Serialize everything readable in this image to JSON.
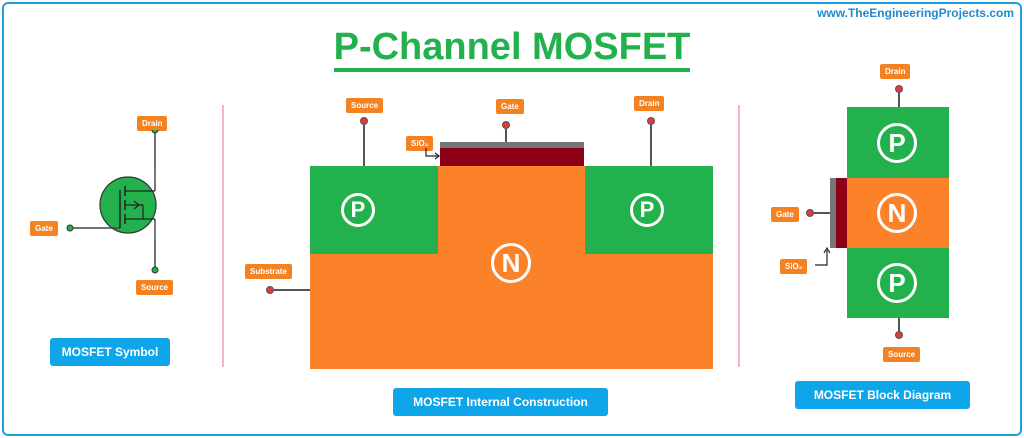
{
  "website": "www.TheEngineeringProjects.com",
  "title": "P-Channel MOSFET",
  "colors": {
    "green": "#22b14c",
    "orange": "#fb8228",
    "oxide": "#8b0016",
    "caption_blue": "#0ea5e9",
    "label_orange": "#f58220",
    "pin_red": "#e03a3a",
    "divider_pink": "#f2b6c6"
  },
  "symbol": {
    "labels": {
      "drain": "Drain",
      "gate": "Gate",
      "source": "Source"
    },
    "caption": "MOSFET Symbol"
  },
  "construction": {
    "labels": {
      "source": "Source",
      "gate": "Gate",
      "drain": "Drain",
      "oxide": "SiO₂",
      "substrate": "Substrate"
    },
    "regions": {
      "left": "P",
      "right": "P",
      "substrate": "N"
    },
    "caption": "MOSFET Internal Construction"
  },
  "block": {
    "labels": {
      "drain": "Drain",
      "gate": "Gate",
      "oxide": "SiO₂",
      "source": "Source"
    },
    "regions": {
      "top": "P",
      "middle": "N",
      "bottom": "P"
    },
    "caption": "MOSFET Block Diagram"
  }
}
